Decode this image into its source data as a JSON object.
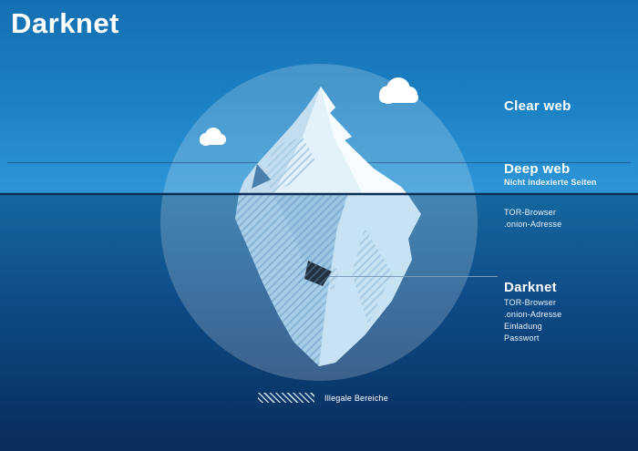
{
  "title": "Darknet",
  "zones": {
    "clear_web": {
      "label": "Clear web"
    },
    "deep_web": {
      "label": "Deep web",
      "subtitle": "Nicht indexierte Seiten",
      "items": [
        "TOR-Browser",
        ".onion-Adresse"
      ]
    },
    "darknet": {
      "label": "Darknet",
      "items": [
        "TOR-Browser",
        ".onion-Adresse",
        "Einladung",
        "Passwort"
      ]
    }
  },
  "legend": {
    "label": "Illegale Bereiche"
  },
  "colors": {
    "background_top": "#1470b2",
    "background_bottom": "#082c5a",
    "waterline": "#0e2f55",
    "iceberg_above": "#e3f1fa",
    "iceberg_below": "#a8cfe9",
    "hatch_line": "#6f9fc6",
    "text": "#ffffff"
  }
}
